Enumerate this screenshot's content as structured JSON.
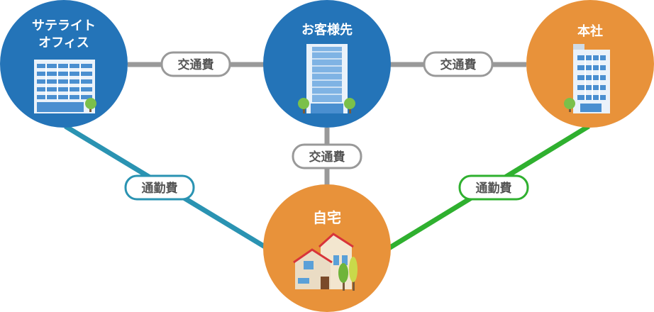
{
  "nodes": {
    "satellite": {
      "label_line1": "サテライト",
      "label_line2": "オフィス"
    },
    "client": {
      "label": "お客様先"
    },
    "hq": {
      "label": "本社"
    },
    "home": {
      "label": "自宅"
    }
  },
  "edges": {
    "satellite_client": {
      "label": "交通費"
    },
    "client_hq": {
      "label": "交通費"
    },
    "client_home": {
      "label": "交通費"
    },
    "satellite_home": {
      "label": "通勤費"
    },
    "hq_home": {
      "label": "通勤費"
    }
  },
  "colors": {
    "blue_node": "#2474b8",
    "orange_node": "#e8923a",
    "gray_line": "#999999",
    "teal_line": "#2a93b2",
    "green_line": "#2fb02f",
    "pill_border": "#999999",
    "pill_text": "#555555"
  }
}
